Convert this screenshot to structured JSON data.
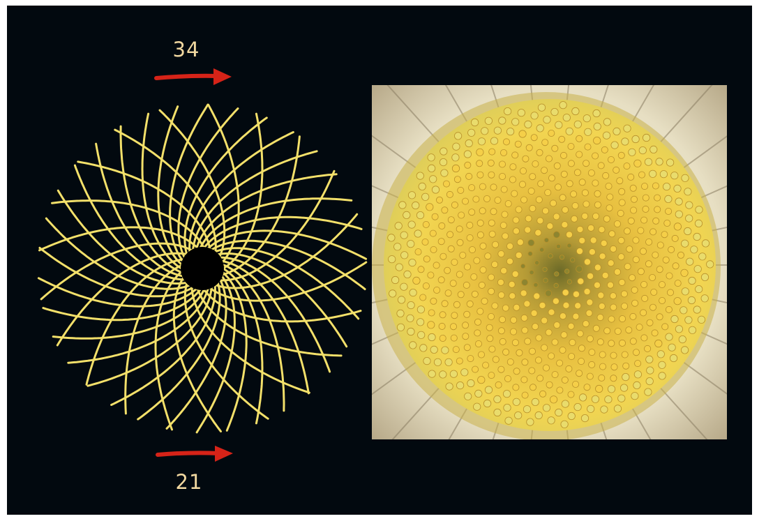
{
  "diagram": {
    "spiral_counts": {
      "top_label": "34",
      "bottom_label": "21"
    },
    "colors": {
      "background": "#02090f",
      "spiral_lines": "#f3e06a",
      "label_text": "#f1d8a0",
      "arrow": "#d62318",
      "disc_center": "#000000"
    },
    "spirals": {
      "clockwise_count": 34,
      "counterclockwise_count": 21
    },
    "icons": {
      "top_arrow": "arrow-right-icon",
      "bottom_arrow": "arrow-right-icon"
    }
  }
}
